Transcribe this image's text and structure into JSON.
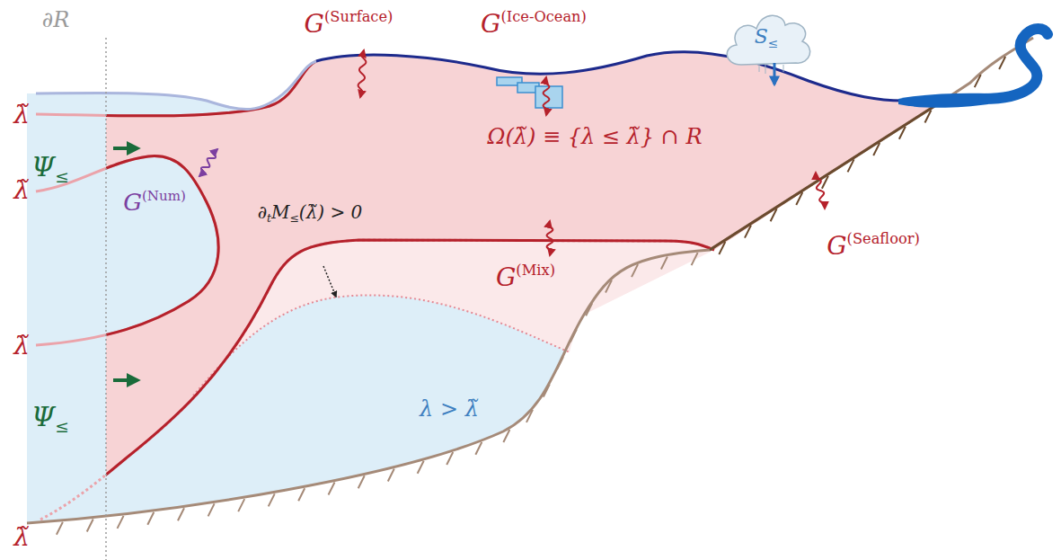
{
  "diagram": {
    "labels": [
      "∂R",
      "G(Surface)",
      "G(Ice-Ocean)",
      "S≤",
      "λ̃",
      "Ψ≤",
      "Ω(λ̃) ≡ {λ ≤ λ̃} ∩ R",
      "λ̃",
      "G(Num)",
      "∂tM≤(λ̃) > 0",
      "G(Mix)",
      "G(Seafloor)",
      "λ̃",
      "Ψ≤",
      "λ > λ̃",
      "λ̃"
    ]
  }
}
